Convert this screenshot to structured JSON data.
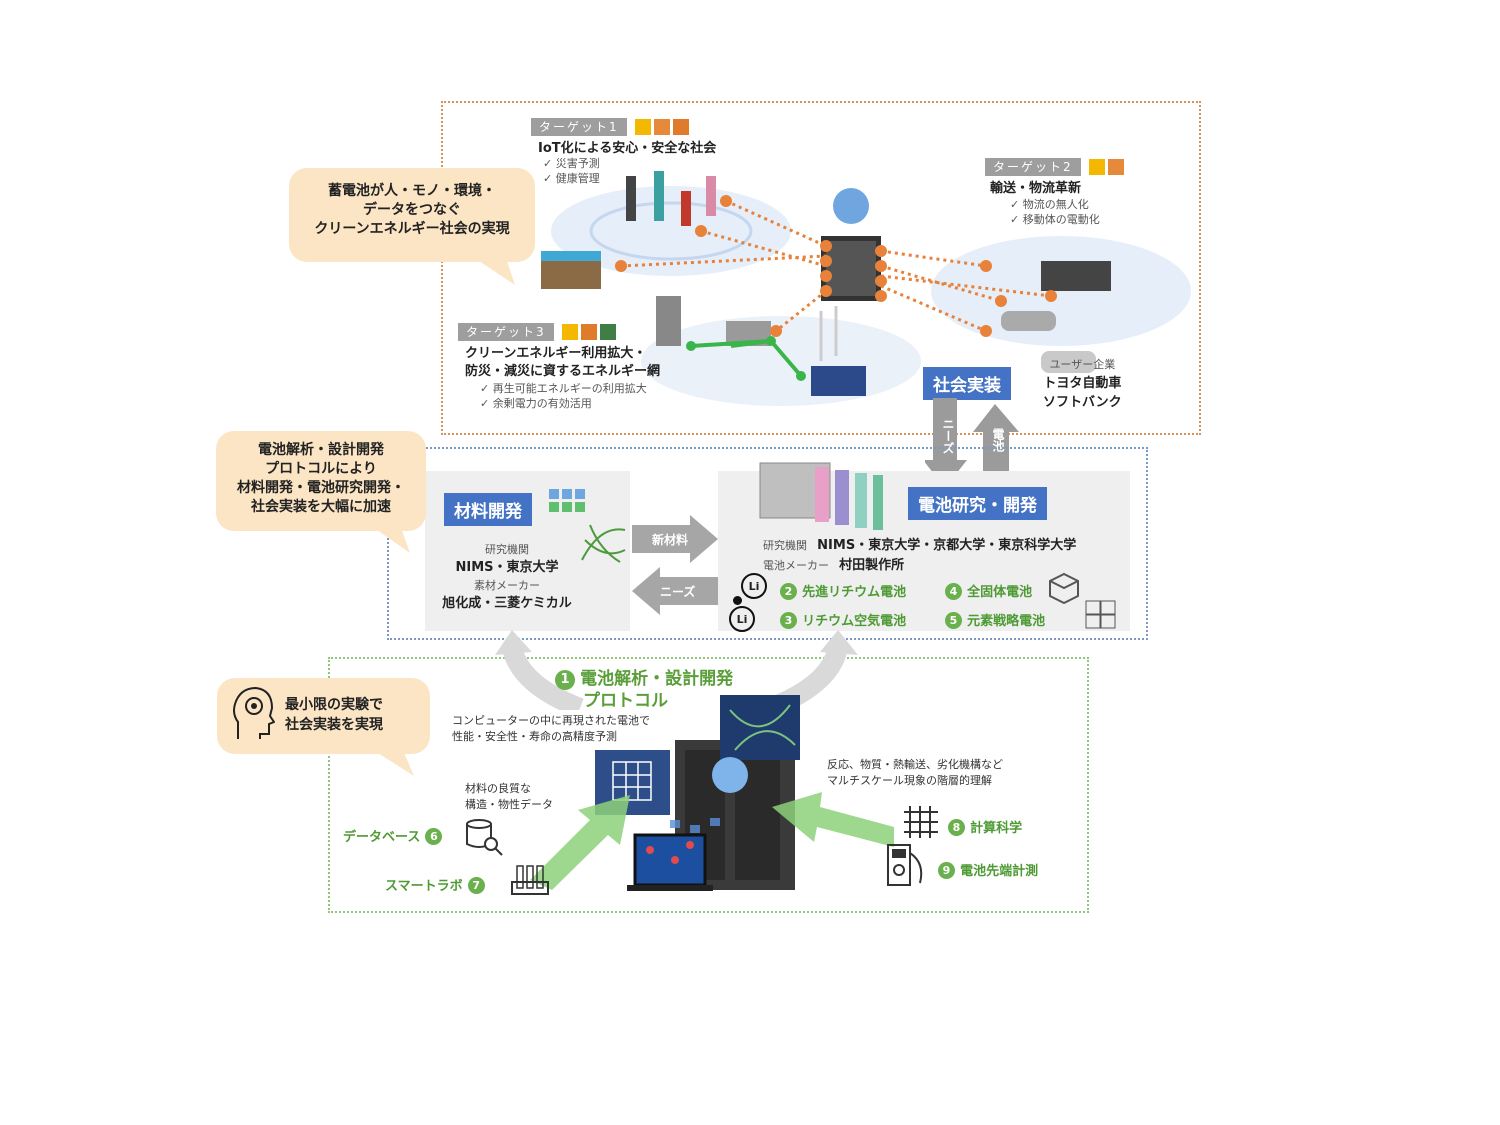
{
  "top": {
    "target1": {
      "tag": "ターゲット1",
      "title": "IoT化による安心・安全な社会",
      "items": [
        "災害予測",
        "健康管理"
      ]
    },
    "target2": {
      "tag": "ターゲット2",
      "title": "輸送・物流革新",
      "items": [
        "物流の無人化",
        "移動体の電動化"
      ]
    },
    "target3": {
      "tag": "ターゲット3",
      "title1": "クリーンエネルギー利用拡大・",
      "title2": "防災・減災に資するエネルギー網",
      "items": [
        "再生可能エネルギーの利用拡大",
        "余剰電力の有効活用"
      ]
    },
    "social_impl": "社会実装",
    "user_label": "ユーザー企業",
    "users": [
      "トヨタ自動車",
      "ソフトバンク"
    ],
    "callout": [
      "蓄電池が人・モノ・環境・",
      "データをつなぐ",
      "クリーンエネルギー社会の実現"
    ]
  },
  "middle": {
    "callout": [
      "電池解析・設計開発",
      "プロトコルにより",
      "材料開発・電池研究開発・",
      "社会実装を大幅に加速"
    ],
    "needs_vertical": "ニーズ",
    "battery_vertical": "電池",
    "materials": {
      "label": "材料開発",
      "inst_label": "研究機関",
      "inst": "NIMS・東京大学",
      "maker_label": "素材メーカー",
      "makers": "旭化成・三菱ケミカル"
    },
    "arrow_new_material": "新材料",
    "arrow_needs": "ニーズ",
    "battery": {
      "label": "電池研究・開発",
      "inst_label": "研究機関",
      "inst": "NIMS・東京大学・京都大学・東京科学大学",
      "maker_label": "電池メーカー",
      "maker": "村田製作所",
      "items": [
        {
          "num": "2",
          "text": "先進リチウム電池"
        },
        {
          "num": "4",
          "text": "全固体電池"
        },
        {
          "num": "3",
          "text": "リチウム空気電池"
        },
        {
          "num": "5",
          "text": "元素戦略電池"
        }
      ],
      "li_icon": "Li"
    }
  },
  "bottom": {
    "callout": [
      "最小限の実験で",
      "社会実装を実現"
    ],
    "protocol_num": "1",
    "protocol_title1": "電池解析・設計開発",
    "protocol_title2": "プロトコル",
    "desc1": "コンピューターの中に再現された電池で",
    "desc2": "性能・安全性・寿命の高精度予測",
    "mat_desc1": "材料の良質な",
    "mat_desc2": "構造・物性データ",
    "right_desc1": "反応、物質・熱輸送、劣化機構など",
    "right_desc2": "マルチスケール現象の階層的理解",
    "database": {
      "label": "データベース",
      "num": "6"
    },
    "smartlab": {
      "label": "スマートラボ",
      "num": "7"
    },
    "compsci": {
      "label": "計算科学",
      "num": "8"
    },
    "measure": {
      "label": "電池先端計測",
      "num": "9"
    }
  },
  "colors": {
    "orange": "#e8823a",
    "blue": "#4472c4",
    "green": "#6ab04c",
    "callout": "#fbe5c5"
  }
}
